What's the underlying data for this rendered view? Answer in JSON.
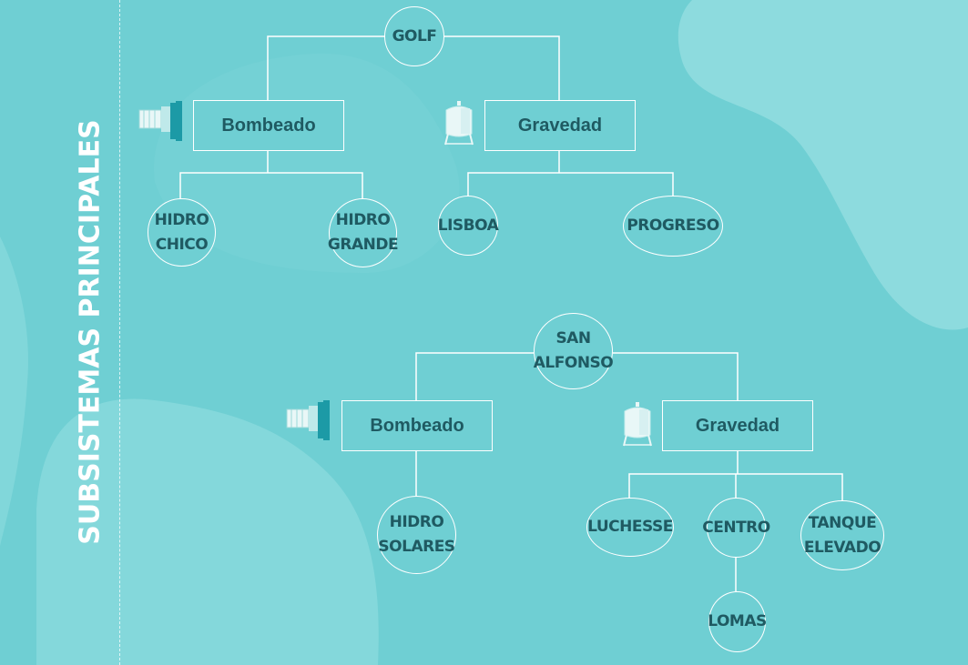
{
  "sidebar": {
    "title": "SUBSISTEMAS PRINCIPALES"
  },
  "colors": {
    "background": "#6fcfd3",
    "blob_light": "#8ddbde",
    "text": "#1f5a62",
    "line": "#ffffff",
    "pump": "#1c9aa6"
  },
  "golf": {
    "root": "GOLF",
    "bombeado": {
      "label": "Bombeado",
      "icon": "pump-icon"
    },
    "gravedad": {
      "label": "Gravedad",
      "icon": "tank-icon"
    },
    "hidro_chico": "HIDRO\nCHICO",
    "hidro_grande": "HIDRO\nGRANDE",
    "lisboa": "LISBOA",
    "progreso": "PROGRESO"
  },
  "san_alfonso": {
    "root": "SAN\nALFONSO",
    "bombeado": {
      "label": "Bombeado",
      "icon": "pump-icon"
    },
    "gravedad": {
      "label": "Gravedad",
      "icon": "tank-icon"
    },
    "hidro_solares": "HIDRO\nSOLARES",
    "luchesse": "LUCHESSE",
    "centro": "CENTRO",
    "tanque_elevado": "TANQUE\nELEVADO",
    "lomas": "LOMAS"
  }
}
